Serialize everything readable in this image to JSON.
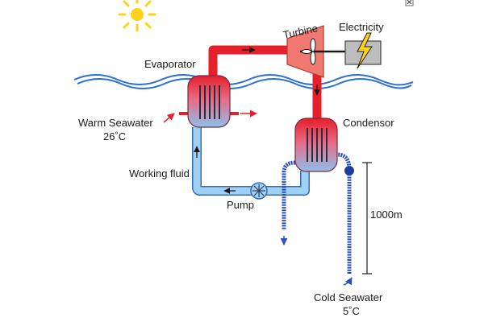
{
  "labels": {
    "evaporator": "Evaporator",
    "turbine": "Turbine",
    "electricity": "Electricity",
    "warm_seawater": "Warm Seawater",
    "warm_temp": "26˚C",
    "condensor": "Condensor",
    "working_fluid": "Working fluid",
    "pump": "Pump",
    "depth": "1000m",
    "cold_seawater": "Cold Seawater",
    "cold_temp": "5˚C"
  },
  "colors": {
    "hot": "#e5202a",
    "cold": "#7fb4e8",
    "deep": "#2a4fc9",
    "sun": "#ffd21a",
    "wave": "#2a6fd6",
    "turbine": "#f07a72",
    "generator": "#bdbdbd",
    "bolt": "#ffd21a"
  }
}
